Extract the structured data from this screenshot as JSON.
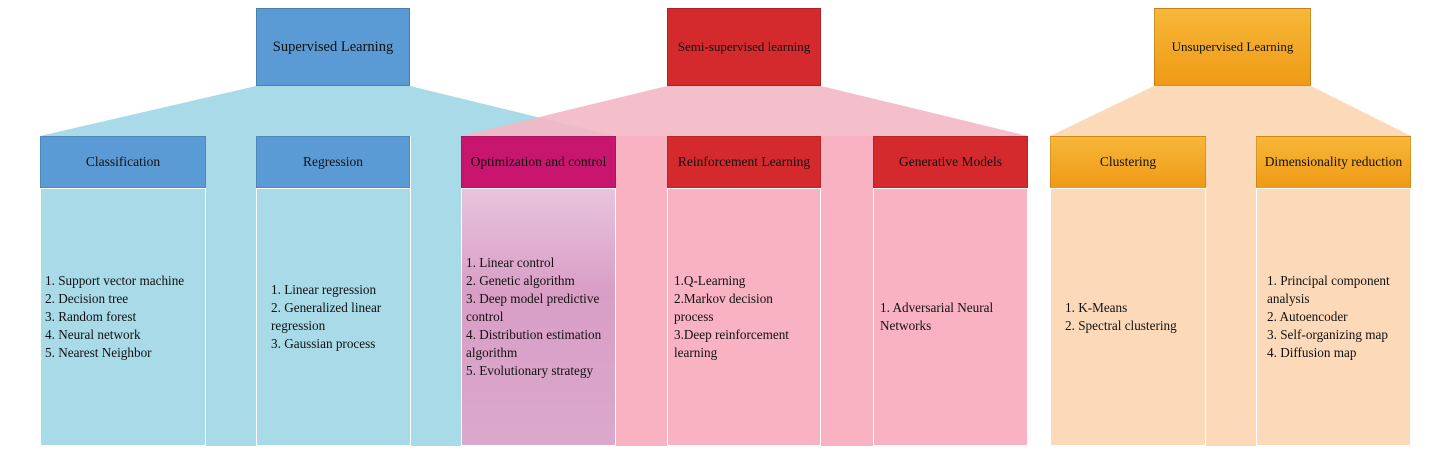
{
  "groups": {
    "supervised": {
      "title": "Supervised Learning",
      "categories": [
        {
          "title": "Classification",
          "items": [
            "1. Support vector machine",
            "2. Decision tree",
            "3. Random forest",
            "4. Neural network",
            "5. Nearest Neighbor"
          ]
        },
        {
          "title": "Regression",
          "items": [
            "1. Linear regression",
            "2. Generalized linear regression",
            "3. Gaussian process"
          ]
        }
      ]
    },
    "semi_supervised": {
      "title": "Semi-supervised learning",
      "categories": [
        {
          "title": "Optimization and control",
          "items": [
            "1. Linear control",
            "2. Genetic algorithm",
            "3. Deep model predictive control",
            "4. Distribution estimation algorithm",
            "5. Evolutionary strategy"
          ]
        },
        {
          "title": "Reinforcement Learning",
          "items": [
            "1.Q-Learning",
            "2.Markov decision process",
            "3.Deep reinforcement learning"
          ]
        },
        {
          "title": "Generative Models",
          "items": [
            "1. Adversarial Neural Networks"
          ]
        }
      ]
    },
    "unsupervised": {
      "title": "Unsupervised Learning",
      "categories": [
        {
          "title": "Clustering",
          "items": [
            "1. K-Means",
            "2. Spectral clustering"
          ]
        },
        {
          "title": "Dimensionality reduction",
          "items": [
            "1. Principal component analysis",
            "2. Autoencoder",
            "3. Self-organizing map",
            "4. Diffusion map"
          ]
        }
      ]
    }
  },
  "colors": {
    "supervised": "#5b9bd5",
    "supervised_fill": "#a8dae7",
    "semi_supervised": "#d42a2e",
    "semi_supervised_fill": "#f8b2c2",
    "optimization": "#c8166f",
    "optimization_fill": "#dba8cc",
    "unsupervised": "#f5a623",
    "unsupervised_fill": "#fcd9b9"
  }
}
